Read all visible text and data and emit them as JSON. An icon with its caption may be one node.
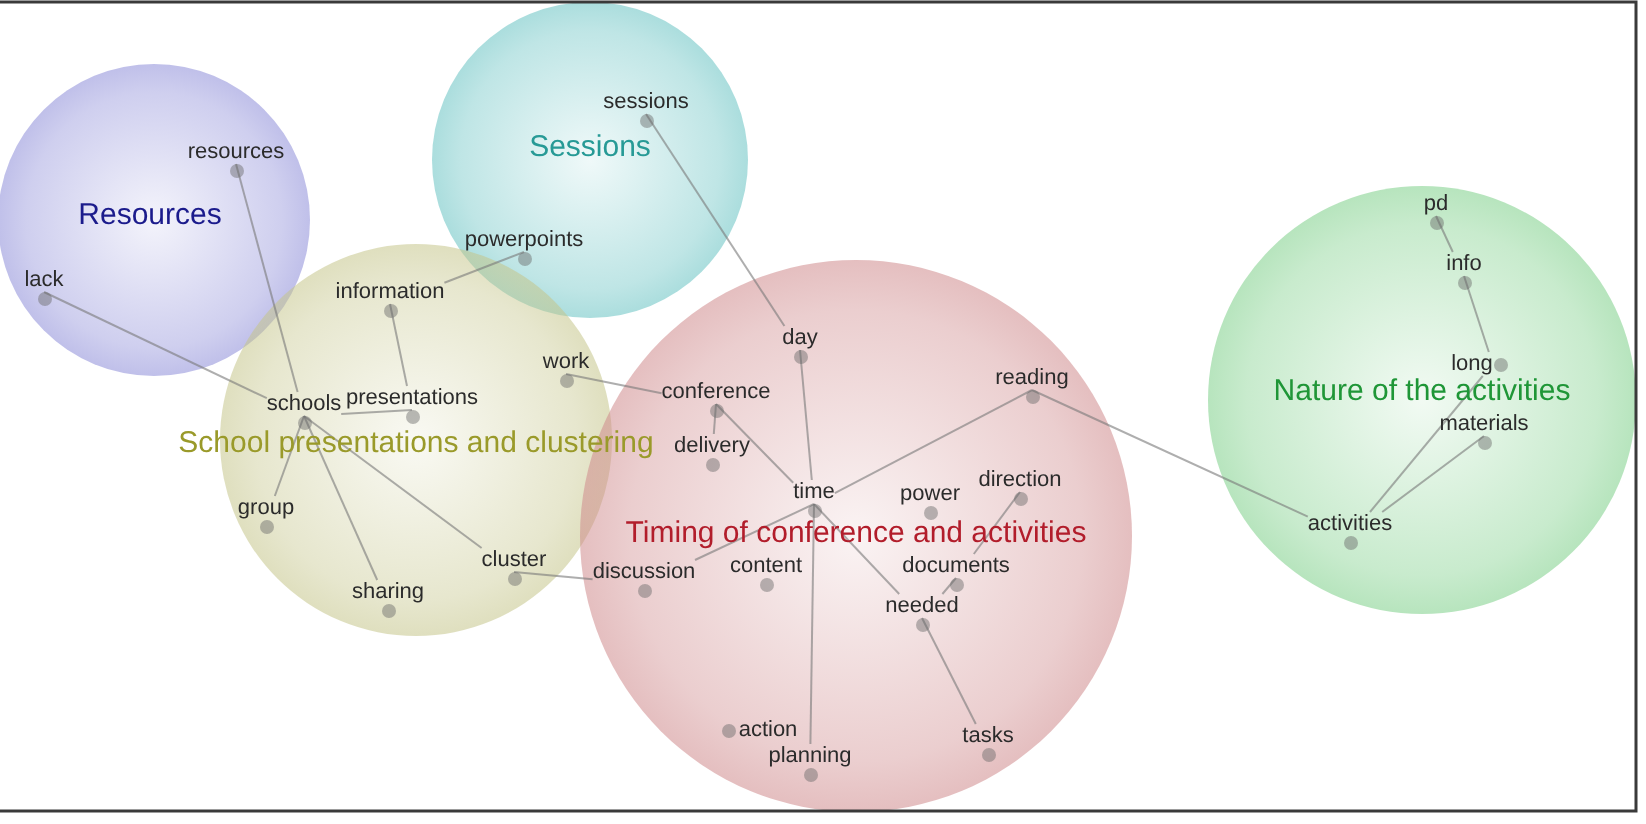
{
  "diagram": {
    "nodes": [
      {
        "text": [
          "Resources"
        ]
      },
      {
        "text": [
          "resources"
        ],
        "in": 0
      },
      {
        "text": [
          "lack"
        ],
        "in": 0
      },
      {
        "text": [
          "Sessions"
        ]
      },
      {
        "text": [
          "sessions"
        ],
        "in": 3
      },
      {
        "text": [
          "powerpoints"
        ],
        "in": 3
      },
      {
        "text": [
          "School presentations and clustering"
        ]
      },
      {
        "text": [
          "information"
        ],
        "in": 6
      },
      {
        "text": [
          "work"
        ],
        "in": 6
      },
      {
        "text": [
          "schools"
        ],
        "in": 6
      },
      {
        "text": [
          "presentations"
        ],
        "in": 6
      },
      {
        "text": [
          "group"
        ],
        "in": 6
      },
      {
        "text": [
          "cluster"
        ],
        "in": 6
      },
      {
        "text": [
          "sharing"
        ],
        "in": 6
      },
      {
        "text": [
          "Timing of conference and activities"
        ]
      },
      {
        "text": [
          "day"
        ],
        "in": 14
      },
      {
        "text": [
          "conference"
        ],
        "in": 14
      },
      {
        "text": [
          "reading"
        ],
        "in": 14
      },
      {
        "text": [
          "delivery"
        ],
        "in": 14
      },
      {
        "text": [
          "direction"
        ],
        "in": 14
      },
      {
        "text": [
          "time"
        ],
        "in": 14
      },
      {
        "text": [
          "power"
        ],
        "in": 14
      },
      {
        "text": [
          "documents"
        ],
        "in": 14
      },
      {
        "text": [
          "discussion"
        ],
        "in": 14
      },
      {
        "text": [
          "content"
        ],
        "in": 14
      },
      {
        "text": [
          "needed"
        ],
        "in": 14
      },
      {
        "text": [
          "action"
        ],
        "in": 14
      },
      {
        "text": [
          "planning"
        ],
        "in": 14
      },
      {
        "text": [
          "tasks"
        ],
        "in": 14
      },
      {
        "text": [
          "Nature of the activities"
        ]
      },
      {
        "text": [
          "pd"
        ],
        "in": 29
      },
      {
        "text": [
          "info"
        ],
        "in": 29
      },
      {
        "text": [
          "long"
        ],
        "in": 29
      },
      {
        "text": [
          "materials"
        ],
        "in": 29
      },
      {
        "text": [
          "activities"
        ],
        "in": 29
      }
    ],
    "edges": [
      {
        "from": 1,
        "to": 9,
        "arrow": "none"
      },
      {
        "from": 2,
        "to": 9,
        "arrow": "none"
      },
      {
        "from": 5,
        "to": 7,
        "arrow": "none"
      },
      {
        "from": 7,
        "to": 10,
        "arrow": "none"
      },
      {
        "from": 9,
        "to": 10,
        "arrow": "none"
      },
      {
        "from": 9,
        "to": 11,
        "arrow": "none"
      },
      {
        "from": 9,
        "to": 13,
        "arrow": "none"
      },
      {
        "from": 9,
        "to": 12,
        "arrow": "none"
      },
      {
        "from": 12,
        "to": 23,
        "arrow": "none"
      },
      {
        "from": 23,
        "to": 20,
        "arrow": "none"
      },
      {
        "from": 8,
        "to": 16,
        "arrow": "none"
      },
      {
        "from": 16,
        "to": 18,
        "arrow": "none"
      },
      {
        "from": 16,
        "to": 20,
        "arrow": "none"
      },
      {
        "from": 4,
        "to": 15,
        "arrow": "none"
      },
      {
        "from": 15,
        "to": 20,
        "arrow": "none"
      },
      {
        "from": 20,
        "to": 17,
        "arrow": "none"
      },
      {
        "from": 17,
        "to": 34,
        "arrow": "none"
      },
      {
        "from": 20,
        "to": 25,
        "arrow": "none"
      },
      {
        "from": 20,
        "to": 27,
        "arrow": "none"
      },
      {
        "from": 25,
        "to": 22,
        "arrow": "none"
      },
      {
        "from": 22,
        "to": 19,
        "arrow": "none"
      },
      {
        "from": 25,
        "to": 28,
        "arrow": "none"
      },
      {
        "from": 34,
        "to": 32,
        "arrow": "none"
      },
      {
        "from": 34,
        "to": 33,
        "arrow": "none"
      },
      {
        "from": 30,
        "to": 31,
        "arrow": "none"
      },
      {
        "from": 31,
        "to": 32,
        "arrow": "none"
      }
    ]
  }
}
